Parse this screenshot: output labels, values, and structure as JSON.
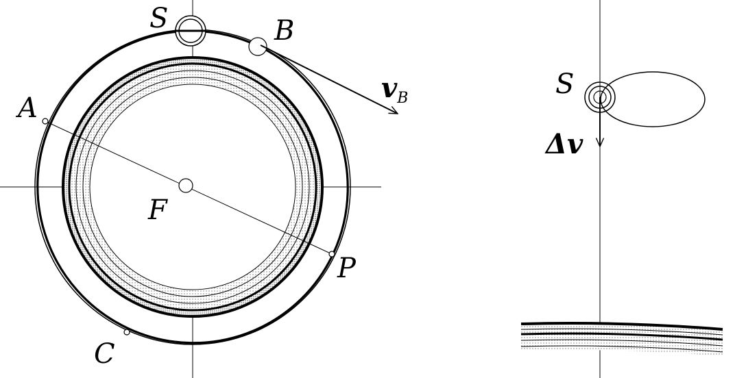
{
  "labels": {
    "s_left": "S",
    "b": "B",
    "v": "v",
    "v_sub": "B",
    "a": "A",
    "f": "F",
    "p": "P",
    "c": "C",
    "s_right": "S",
    "delta_v": "Δv"
  },
  "colors": {
    "ink": "#000000",
    "band": "#cfcfcf",
    "paper": "#ffffff"
  }
}
